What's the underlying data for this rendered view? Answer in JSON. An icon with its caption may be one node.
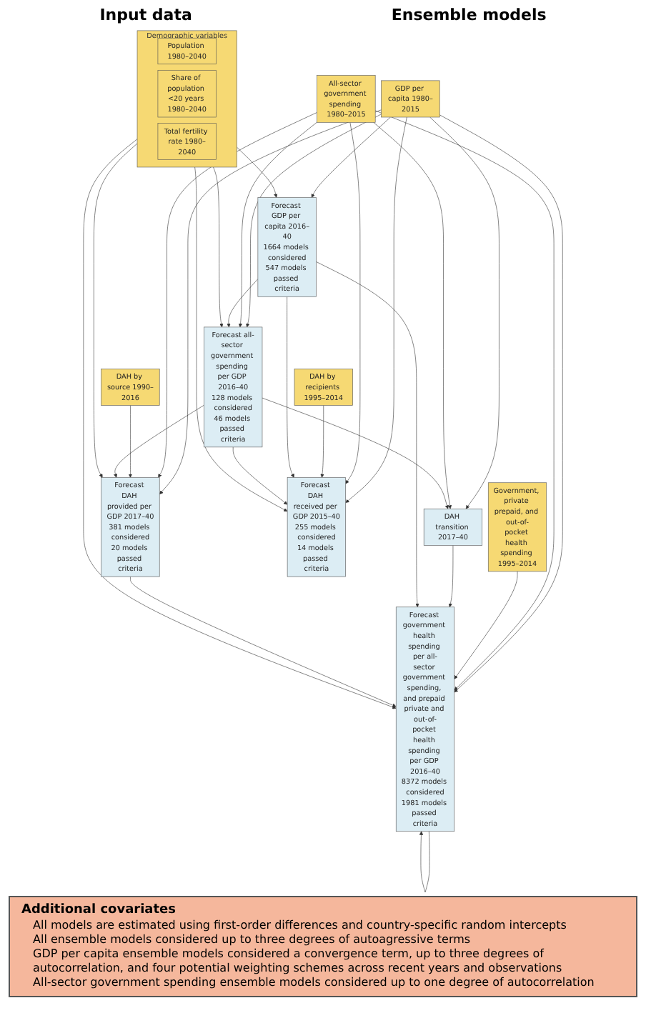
{
  "diagram": {
    "nodes": [
      {
        "text": [
          "Demographic variables"
        ]
      },
      {
        "text": [
          "Population 1980–2040"
        ],
        "in": 0
      },
      {
        "text": [
          "Share of population <20 years 1980–2040"
        ],
        "in": 0
      },
      {
        "text": [
          "Total fertility rate 1980–2040"
        ],
        "in": 0
      },
      {
        "text": [
          "GDP per capita 1980–2015"
        ]
      },
      {
        "text": [
          "All-sector government spending 1980–2015"
        ]
      },
      {
        "text": [
          "DAH by source 1990–2016"
        ]
      },
      {
        "text": [
          "DAH by recipients 1995–2014"
        ]
      },
      {
        "text": [
          "Government, private prepaid, and out-of-pocket health spending 1995–2014"
        ]
      },
      {
        "text": [
          "Forecast GDP per capita 2016–40",
          "1664 models considered",
          "547 models passed criteria"
        ]
      },
      {
        "text": [
          "Forecast all-sector government spending per GDP 2016–40",
          "128 models considered",
          "46 models passed criteria"
        ]
      },
      {
        "text": [
          "Forecast DAH provided per GDP 2017–40",
          "381 models considered",
          "20 models passed criteria"
        ]
      },
      {
        "text": [
          "Forecast DAH received per GDP 2015–40",
          "255 models considered",
          "14 models passed criteria"
        ]
      },
      {
        "text": [
          "DAH transition 2017–40"
        ]
      },
      {
        "text": [
          "Forecast government health spending per all-sector government spending, and prepaid private and out-of-pocket health spending per GDP 2016–40",
          "8372 models considered",
          "1981 models passed criteria"
        ]
      },
      {
        "text": [
          "Additional covariates",
          "All models are estimated using first-order differences and country-specific random intercepts",
          "All ensemble models considered up to three degrees of autoagressive terms",
          "GDP per capita ensemble models considered a convergence term, up to three degrees of autocorrelation, and four potential weighting schemes across recent years and observations",
          "All-sector government spending ensemble models considered up to one degree of autocorrelation"
        ]
      }
    ],
    "edges": [
      {
        "from": 0,
        "to": 9,
        "arrow": "to"
      },
      {
        "from": 0,
        "to": 10,
        "arrow": "to"
      },
      {
        "from": 0,
        "to": 11,
        "arrow": "to"
      },
      {
        "from": 0,
        "to": 12,
        "arrow": "to"
      },
      {
        "from": 0,
        "to": 14,
        "arrow": "to"
      },
      {
        "from": 4,
        "to": 9,
        "arrow": "to"
      },
      {
        "from": 4,
        "to": 10,
        "arrow": "to"
      },
      {
        "from": 4,
        "to": 11,
        "arrow": "to"
      },
      {
        "from": 4,
        "to": 12,
        "arrow": "to"
      },
      {
        "from": 4,
        "to": 13,
        "arrow": "to"
      },
      {
        "from": 4,
        "to": 14,
        "arrow": "to"
      },
      {
        "from": 5,
        "to": 10,
        "arrow": "to"
      },
      {
        "from": 5,
        "to": 11,
        "arrow": "to"
      },
      {
        "from": 5,
        "to": 12,
        "arrow": "to"
      },
      {
        "from": 5,
        "to": 13,
        "arrow": "to"
      },
      {
        "from": 5,
        "to": 14,
        "arrow": "to"
      },
      {
        "from": 6,
        "to": 11,
        "arrow": "to"
      },
      {
        "from": 7,
        "to": 12,
        "arrow": "to"
      },
      {
        "from": 8,
        "to": 14,
        "arrow": "to"
      },
      {
        "from": 9,
        "to": 10,
        "arrow": "to"
      },
      {
        "from": 10,
        "to": 11,
        "arrow": "to"
      },
      {
        "from": 13,
        "to": 14,
        "arrow": "to"
      },
      {
        "from": 9,
        "to": 12,
        "arrow": "to"
      },
      {
        "from": 9,
        "to": 14,
        "arrow": "to"
      },
      {
        "from": 10,
        "to": 12,
        "arrow": "to"
      },
      {
        "from": 10,
        "to": 13,
        "arrow": "to"
      },
      {
        "from": 11,
        "to": 14,
        "arrow": "to"
      },
      {
        "from": 14,
        "to": 14,
        "arrow": "to"
      }
    ],
    "labels": [
      "Input data",
      "Ensemble models"
    ]
  }
}
